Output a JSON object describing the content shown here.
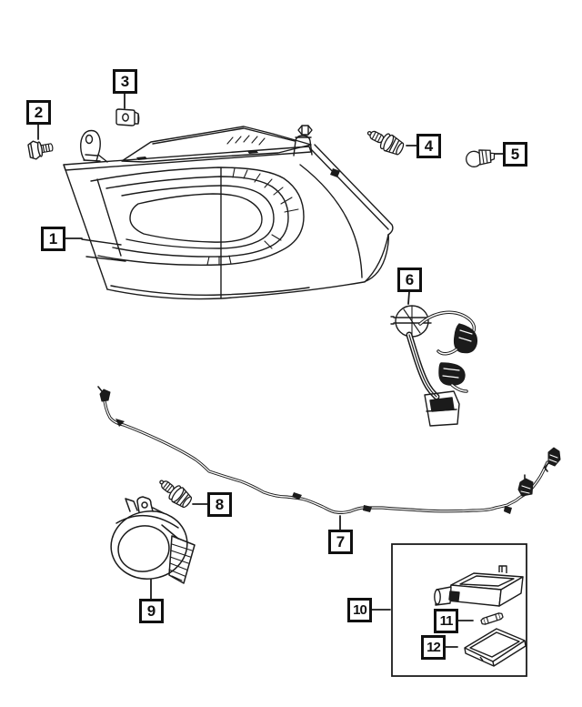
{
  "colors": {
    "line": "#1b1b1b",
    "background": "#ffffff",
    "callout_border": "#111111",
    "connector_fill": "#1b1b1b"
  },
  "callouts": [
    {
      "label": "1"
    },
    {
      "label": "2"
    },
    {
      "label": "3"
    },
    {
      "label": "4"
    },
    {
      "label": "5"
    },
    {
      "label": "6"
    },
    {
      "label": "7"
    },
    {
      "label": "8"
    },
    {
      "label": "9"
    },
    {
      "label": "10"
    },
    {
      "label": "11"
    },
    {
      "label": "12"
    }
  ]
}
